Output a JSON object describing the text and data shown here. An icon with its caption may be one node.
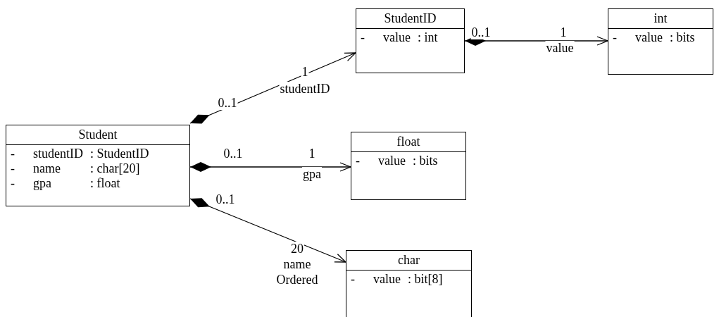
{
  "diagram": {
    "nodes": [
      {
        "text": [
          "Student",
          "-",
          "studentID",
          ": StudentID",
          "-",
          "name",
          ": char[20]",
          "-",
          "gpa",
          ": float"
        ]
      },
      {
        "text": [
          "StudentID",
          "-",
          "value",
          ": int"
        ]
      },
      {
        "text": [
          "int",
          "-",
          "value",
          ": bits"
        ]
      },
      {
        "text": [
          "float",
          "-",
          "value",
          ": bits"
        ]
      },
      {
        "text": [
          "char",
          "-",
          "value",
          ": bit[8]"
        ]
      }
    ],
    "edges": [
      {
        "from": 0,
        "to": 1,
        "arrow": "to",
        "label": "studentID"
      },
      {
        "from": 1,
        "to": 2,
        "arrow": "to",
        "label": "value"
      },
      {
        "from": 0,
        "to": 3,
        "arrow": "to",
        "label": "gpa"
      },
      {
        "from": 0,
        "to": 4,
        "arrow": "to",
        "label": "name"
      }
    ],
    "labels": [
      "0..1",
      "1",
      "1",
      "0..1",
      "0..1",
      "1",
      "0..1",
      "20",
      "Ordered"
    ]
  }
}
